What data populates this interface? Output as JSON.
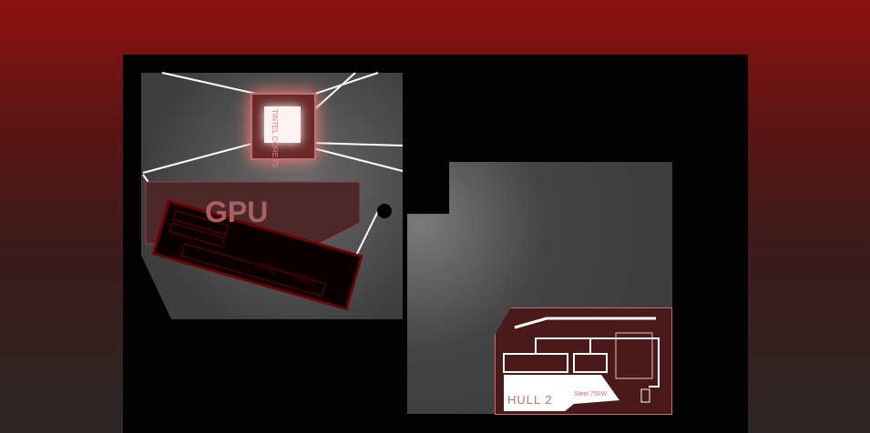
{
  "scene": {
    "mode": "case-builder"
  },
  "cpu": {
    "brand": "TINTEL",
    "model": "CORE T5"
  },
  "gpu": {
    "slot_label": "GPU",
    "brand": "RTZ",
    "model": "3080"
  },
  "psu": {
    "name": "HULL 2",
    "spec": "Steel 750W"
  },
  "colors": {
    "accent": "#c47070",
    "background_top": "#8e1212",
    "room": "#4a4a4a"
  }
}
